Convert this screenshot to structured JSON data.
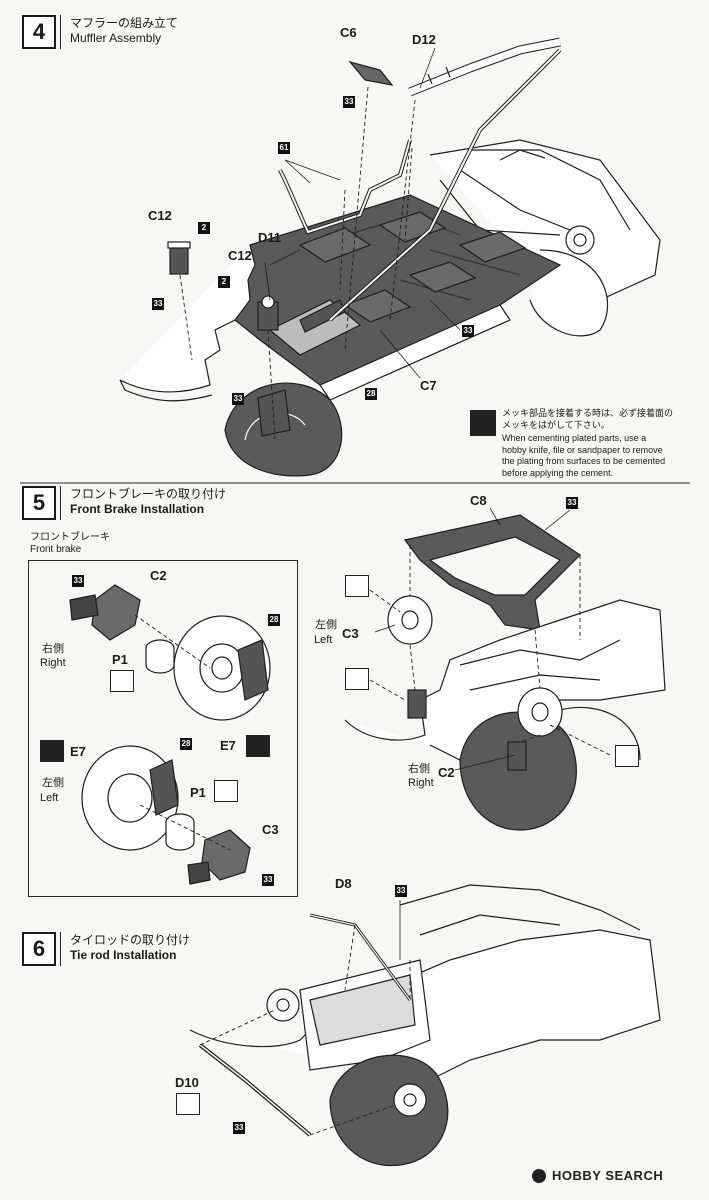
{
  "steps": [
    {
      "number": "4",
      "title_jp": "マフラーの組み立て",
      "title_en": "Muffler Assembly"
    },
    {
      "number": "5",
      "title_jp": "フロントブレーキの取り付け",
      "title_en": "Front Brake Installation"
    },
    {
      "number": "6",
      "title_jp": "タイロッドの取り付け",
      "title_en": "Tie rod Installation"
    }
  ],
  "step4": {
    "labels": {
      "c6": "C6",
      "d12": "D12",
      "c12a": "C12",
      "c12b": "C12",
      "d11": "D11",
      "c7": "C7"
    },
    "tags": {
      "t33a": "33",
      "t61": "61",
      "t2a": "2",
      "t2b": "2",
      "t33b": "33",
      "t33c": "33",
      "t33d": "33",
      "t28": "28"
    },
    "note_jp": "メッキ部品を接着する時は、必ず接着面の\nメッキをはがして下さい。",
    "note_en": "When cementing plated parts, use a\nhobby knife, file or sandpaper to remove\nthe plating from surfaces to be cemented\nbefore applying the cement."
  },
  "step5": {
    "subtitle_jp": "フロントブレーキ",
    "subtitle_en": "Front brake",
    "inset": {
      "right_jp": "右側",
      "right_en": "Right",
      "left_jp": "左側",
      "left_en": "Left",
      "c2": "C2",
      "p1a": "P1",
      "e7a": "E7",
      "e7b": "E7",
      "p1b": "P1",
      "c3": "C3",
      "tags": {
        "t33a": "33",
        "t28a": "28",
        "t28b": "28",
        "t33b": "33"
      }
    },
    "main": {
      "c8": "C8",
      "t33": "33",
      "left_jp": "左側",
      "c3": "C3",
      "left_en": "Left",
      "right_jp": "右側",
      "c2": "C2",
      "right_en": "Right"
    }
  },
  "step6": {
    "d8": "D8",
    "t33a": "33",
    "d10": "D10",
    "t33b": "33"
  },
  "watermark": "HOBBY SEARCH"
}
